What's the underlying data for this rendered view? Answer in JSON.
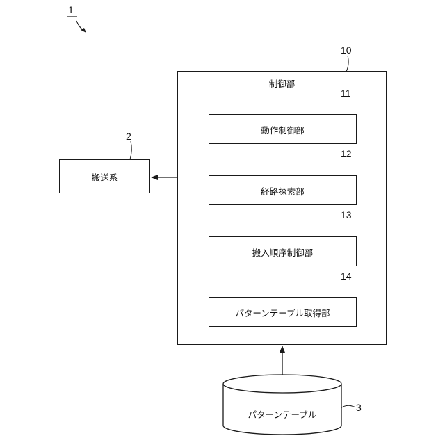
{
  "figure": {
    "system_ref": "1"
  },
  "controller": {
    "ref": "10",
    "label": "制御部",
    "units": [
      {
        "ref": "11",
        "label": "動作制御部"
      },
      {
        "ref": "12",
        "label": "経路探索部"
      },
      {
        "ref": "13",
        "label": "搬入順序制御部"
      },
      {
        "ref": "14",
        "label": "パターンテーブル取得部"
      }
    ]
  },
  "transport": {
    "ref": "2",
    "label": "搬送系"
  },
  "table_store": {
    "ref": "3",
    "label": "パターンテーブル"
  }
}
